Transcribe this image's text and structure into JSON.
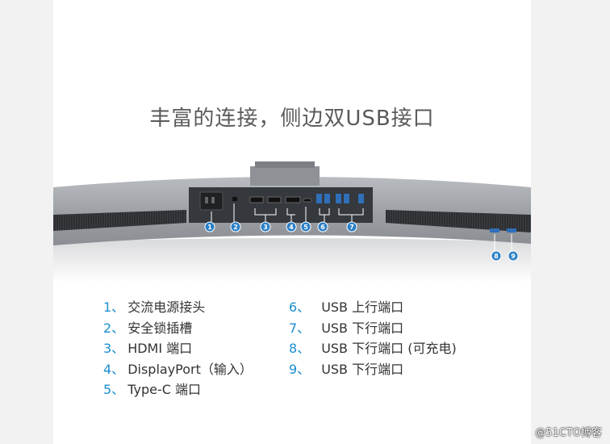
{
  "headline": "丰富的连接，侧边双USB接口",
  "ports_left": [
    {
      "num": "1、",
      "label": "交流电源接头"
    },
    {
      "num": "2、",
      "label": "安全锁插槽"
    },
    {
      "num": "3、",
      "label": "HDMI 端口"
    },
    {
      "num": "4、",
      "label": "DisplayPort（输入）"
    },
    {
      "num": "5、",
      "label": " Type-C 端口"
    }
  ],
  "ports_right": [
    {
      "num": "6、",
      "label": "USB 上行端口"
    },
    {
      "num": "7、",
      "label": "USB 下行端口"
    },
    {
      "num": "8、",
      "label": "USB 下行端口 (可充电)"
    },
    {
      "num": "9、",
      "label": "USB 下行端口"
    }
  ],
  "callouts": [
    "1",
    "2",
    "3",
    "4",
    "5",
    "6",
    "7",
    "8",
    "9"
  ],
  "colors": {
    "accent": "#1b8fd0",
    "callout": "#2a7fc6",
    "text": "#333333",
    "headline": "#5a5a5a"
  },
  "watermark": "@51CTO博客"
}
